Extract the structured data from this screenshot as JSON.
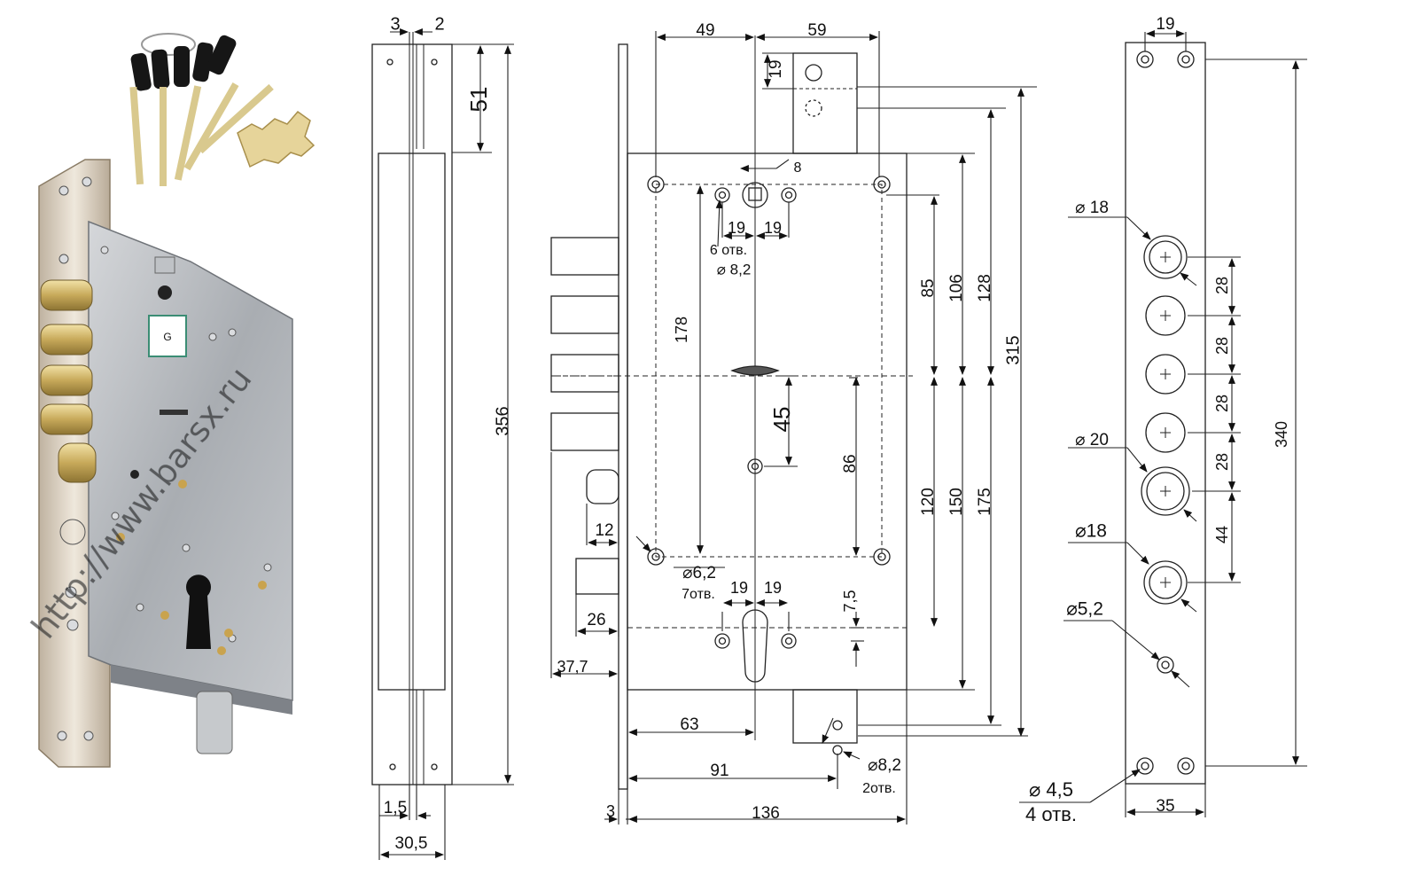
{
  "watermark": "http://www.barsx.ru",
  "side_view": {
    "dims": [
      "3",
      "2",
      "51",
      "356",
      "1,5",
      "30,5"
    ]
  },
  "front_view": {
    "dims": [
      "49",
      "59",
      "19",
      "8",
      "19",
      "19",
      "6 отв.",
      "⌀ 8,2",
      "178",
      "85",
      "106",
      "128",
      "315",
      "45",
      "86",
      "120",
      "150",
      "175",
      "12",
      "⌀6,2",
      "7отв.",
      "19",
      "19",
      "7,5",
      "26",
      "37,7",
      "63",
      "⌀8,2",
      "2отв.",
      "91",
      "3",
      "136"
    ]
  },
  "faceplate_view": {
    "dims": [
      "19",
      "⌀ 18",
      "28",
      "28",
      "28",
      "⌀ 20",
      "28",
      "44",
      "⌀18",
      "⌀5,2",
      "340",
      "⌀ 4,5",
      "4 отв.",
      "35"
    ]
  }
}
